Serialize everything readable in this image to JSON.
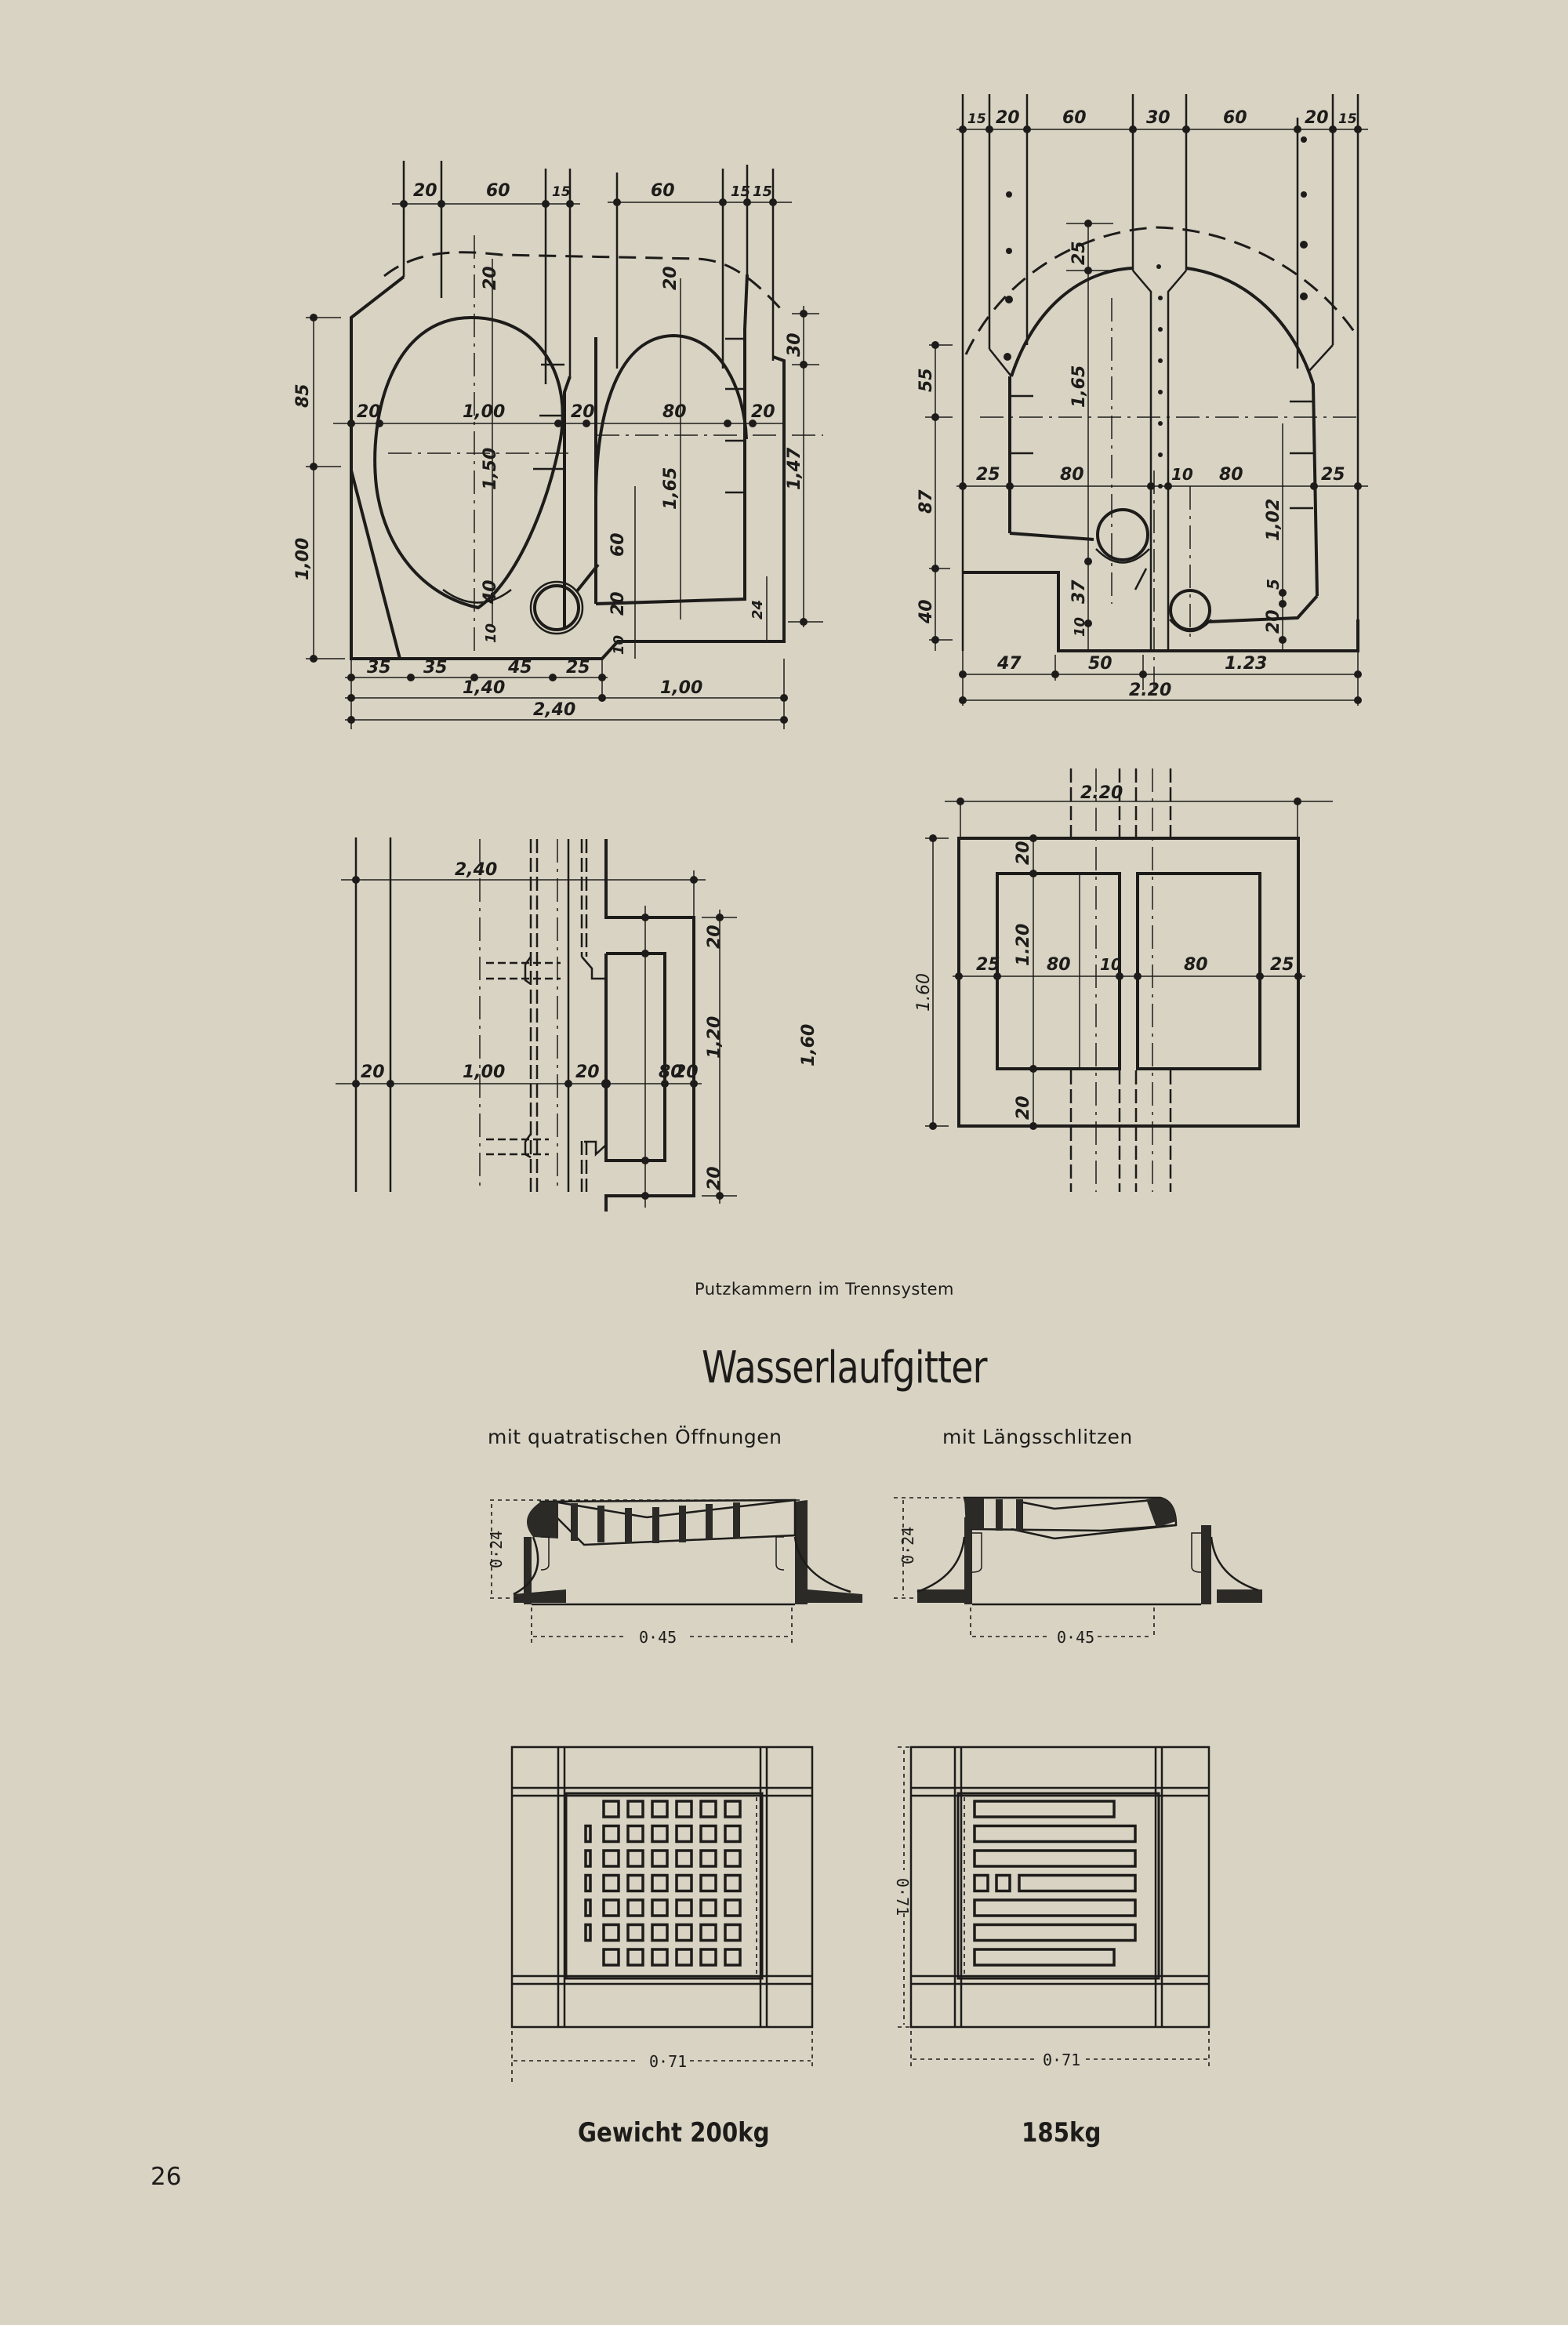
{
  "page": {
    "page_number": "26",
    "paper_color": "#d8d3c3",
    "ink_color": "#1d1c1a"
  },
  "putzkammern": {
    "caption": "Putzkammern im Trennsystem",
    "section_left": {
      "top_dims": [
        "20",
        "60",
        "15",
        "60",
        "15",
        "15"
      ],
      "vertical_left": [
        "85",
        "1,00"
      ],
      "vertical_inner": [
        "20",
        "1,50",
        "40",
        "10",
        "20",
        "1,65",
        "60",
        "20",
        "10"
      ],
      "horizontal_mid": [
        "20",
        "1,00",
        "20",
        "80",
        "20"
      ],
      "right_dims": [
        "30",
        "1,47",
        "24"
      ],
      "bottom_row1": [
        "35",
        "35",
        "45",
        "25"
      ],
      "bottom_row2": [
        "1,40",
        "1,00"
      ],
      "bottom_total": "2,40"
    },
    "section_right": {
      "top_dims": [
        "15",
        "20",
        "60",
        "30",
        "60",
        "20",
        "15"
      ],
      "vertical_left": [
        "55",
        "87",
        "40"
      ],
      "vertical_inner": [
        "25",
        "1,65",
        "37",
        "10",
        "1,02",
        "5",
        "20"
      ],
      "horizontal_mid": [
        "25",
        "80",
        "10",
        "80",
        "25"
      ],
      "bottom_row1": [
        "47",
        "50",
        "1.23"
      ],
      "bottom_total": "2.20"
    },
    "plan_left": {
      "top_total": "2,40",
      "horizontal": [
        "20",
        "1,00",
        "20",
        "80",
        "20"
      ],
      "vertical": [
        "20",
        "1,20",
        "20"
      ],
      "vertical_total": "1,60"
    },
    "plan_right": {
      "top_total": "2.20",
      "horizontal": [
        "25",
        "80",
        "10",
        "80",
        "25"
      ],
      "vertical": [
        "20",
        "1.20",
        "20"
      ],
      "vertical_total": "1.60"
    }
  },
  "wasserlaufgitter": {
    "title": "Wasserlaufgitter",
    "variants": [
      {
        "subtitle": "mit quatratischen Öffnungen",
        "section_height": "0·24",
        "section_width": "0·45",
        "plan_width": "0·71",
        "weight": "Gewicht 200kg",
        "grid_rows": 7,
        "grid_cols": 6
      },
      {
        "subtitle": "mit Längsschlitzen",
        "section_height": "0·24",
        "section_width": "0·45",
        "plan_width": "0·71",
        "plan_height": "0·71",
        "weight": "185kg",
        "slots": 7
      }
    ]
  }
}
